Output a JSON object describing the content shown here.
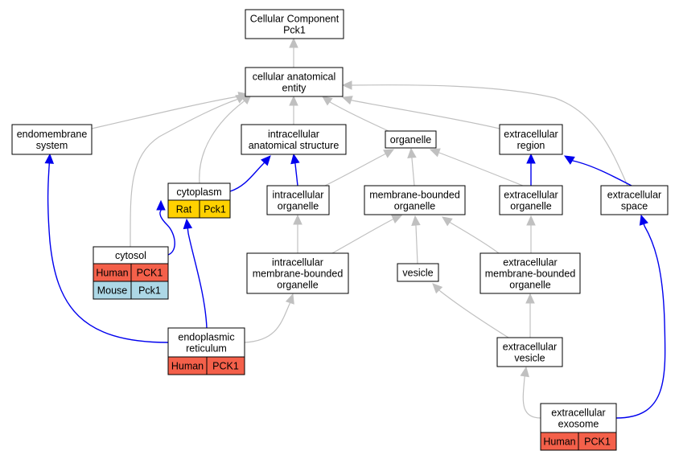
{
  "colors": {
    "human": "#f4604a",
    "rat": "#ffd100",
    "mouse": "#add8e6",
    "is_a_edge": "#c0c0c0",
    "part_of_edge": "#0000ee"
  },
  "nodes": {
    "root": {
      "lines": [
        "Cellular Component",
        "Pck1"
      ]
    },
    "cae": {
      "lines": [
        "cellular anatomical",
        "entity"
      ]
    },
    "endomembrane": {
      "lines": [
        "endomembrane",
        "system"
      ]
    },
    "ias": {
      "lines": [
        "intracellular",
        "anatomical structure"
      ]
    },
    "organelle": {
      "lines": [
        "organelle"
      ]
    },
    "ecregion": {
      "lines": [
        "extracellular",
        "region"
      ]
    },
    "cytoplasm": {
      "lines": [
        "cytoplasm"
      ],
      "species": [
        {
          "name": "Rat",
          "gene": "Pck1",
          "color": "rat"
        }
      ]
    },
    "intraorg": {
      "lines": [
        "intracellular",
        "organelle"
      ]
    },
    "mbo": {
      "lines": [
        "membrane-bounded",
        "organelle"
      ]
    },
    "ecorg": {
      "lines": [
        "extracellular",
        "organelle"
      ]
    },
    "ecspace": {
      "lines": [
        "extracellular",
        "space"
      ]
    },
    "cytosol": {
      "lines": [
        "cytosol"
      ],
      "species": [
        {
          "name": "Human",
          "gene": "PCK1",
          "color": "human"
        },
        {
          "name": "Mouse",
          "gene": "Pck1",
          "color": "mouse"
        }
      ]
    },
    "imbo": {
      "lines": [
        "intracellular",
        "membrane-bounded",
        "organelle"
      ]
    },
    "vesicle": {
      "lines": [
        "vesicle"
      ]
    },
    "embo": {
      "lines": [
        "extracellular",
        "membrane-bounded",
        "organelle"
      ]
    },
    "er": {
      "lines": [
        "endoplasmic",
        "reticulum"
      ],
      "species": [
        {
          "name": "Human",
          "gene": "PCK1",
          "color": "human"
        }
      ]
    },
    "ecvesicle": {
      "lines": [
        "extracellular",
        "vesicle"
      ]
    },
    "exosome": {
      "lines": [
        "extracellular",
        "exosome"
      ],
      "species": [
        {
          "name": "Human",
          "gene": "PCK1",
          "color": "human"
        }
      ]
    }
  },
  "edges": [
    {
      "from": "cae",
      "to": "root",
      "type": "is_a"
    },
    {
      "from": "endomembrane",
      "to": "cae",
      "type": "is_a"
    },
    {
      "from": "ias",
      "to": "cae",
      "type": "is_a"
    },
    {
      "from": "organelle",
      "to": "cae",
      "type": "is_a"
    },
    {
      "from": "ecregion",
      "to": "cae",
      "type": "is_a"
    },
    {
      "from": "cytoplasm",
      "to": "cae",
      "type": "is_a"
    },
    {
      "from": "cytosol",
      "to": "cae",
      "type": "is_a"
    },
    {
      "from": "ecspace",
      "to": "cae",
      "type": "is_a"
    },
    {
      "from": "cytoplasm",
      "to": "ias",
      "type": "part_of"
    },
    {
      "from": "intraorg",
      "to": "ias",
      "type": "part_of"
    },
    {
      "from": "intraorg",
      "to": "organelle",
      "type": "is_a"
    },
    {
      "from": "mbo",
      "to": "organelle",
      "type": "is_a"
    },
    {
      "from": "ecorg",
      "to": "organelle",
      "type": "is_a"
    },
    {
      "from": "ecorg",
      "to": "ecregion",
      "type": "part_of"
    },
    {
      "from": "ecspace",
      "to": "ecregion",
      "type": "part_of"
    },
    {
      "from": "cytosol",
      "to": "cytoplasm",
      "type": "part_of"
    },
    {
      "from": "er",
      "to": "cytoplasm",
      "type": "part_of"
    },
    {
      "from": "er",
      "to": "endomembrane",
      "type": "part_of"
    },
    {
      "from": "imbo",
      "to": "intraorg",
      "type": "is_a"
    },
    {
      "from": "imbo",
      "to": "mbo",
      "type": "is_a"
    },
    {
      "from": "vesicle",
      "to": "mbo",
      "type": "is_a"
    },
    {
      "from": "embo",
      "to": "mbo",
      "type": "is_a"
    },
    {
      "from": "embo",
      "to": "ecorg",
      "type": "is_a"
    },
    {
      "from": "er",
      "to": "imbo",
      "type": "is_a"
    },
    {
      "from": "ecvesicle",
      "to": "vesicle",
      "type": "is_a"
    },
    {
      "from": "ecvesicle",
      "to": "embo",
      "type": "is_a"
    },
    {
      "from": "exosome",
      "to": "ecvesicle",
      "type": "is_a"
    },
    {
      "from": "exosome",
      "to": "ecspace",
      "type": "part_of"
    }
  ]
}
